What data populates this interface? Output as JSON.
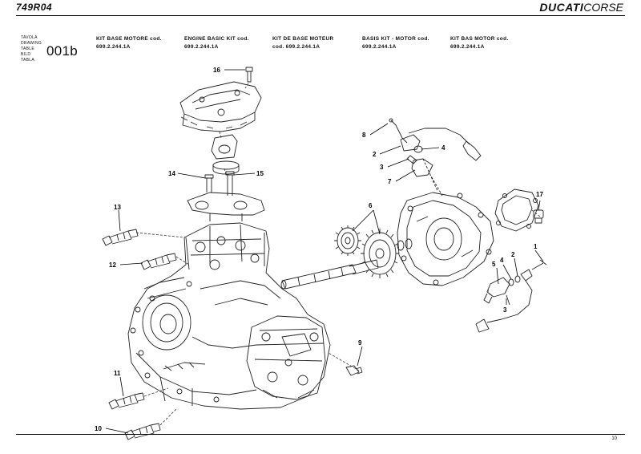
{
  "header": {
    "model": "749R04",
    "brand_bold": "DUCATI",
    "brand_light": "CORSE"
  },
  "table_labels": [
    "TAVOLA",
    "DRAWING",
    "TABLE",
    "BILD",
    "TABLA"
  ],
  "table_code": "001b",
  "kit_columns": [
    {
      "line1": "KIT BASE MOTORE cod.",
      "line2": "699.2.244.1A"
    },
    {
      "line1": "ENGINE BASIC KIT cod.",
      "line2": "699.2.244.1A"
    },
    {
      "line1": "KIT DE BASE MOTEUR",
      "line2": "cod. 699.2.244.1A"
    },
    {
      "line1": "BASIS KIT - MOTOR cod.",
      "line2": "699.2.244.1A"
    },
    {
      "line1": "KIT BAS MOTOR cod.",
      "line2": "699.2.244.1A"
    }
  ],
  "callouts": [
    "16",
    "8",
    "2",
    "4",
    "3",
    "7",
    "14",
    "15",
    "13",
    "6",
    "17",
    "12",
    "1",
    "5",
    "4",
    "2",
    "3",
    "9",
    "11",
    "10"
  ],
  "page_number": "10"
}
